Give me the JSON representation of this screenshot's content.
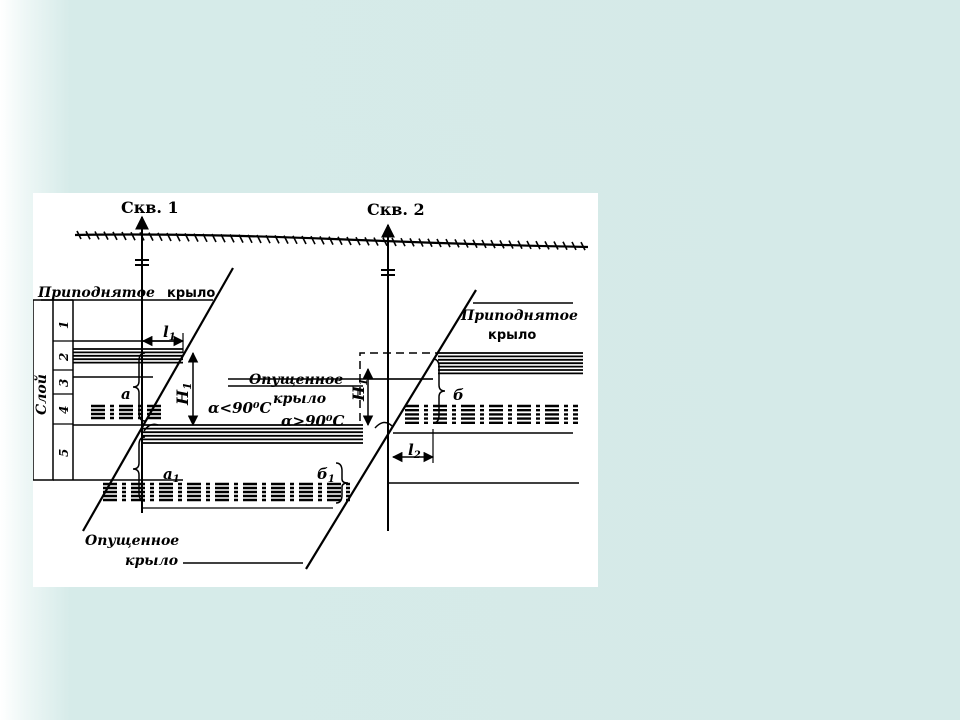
{
  "diagram": {
    "well1_label": "Скв. 1",
    "well2_label": "Скв. 2",
    "left_block": {
      "raised_word": "Приподнятое",
      "raised_suffix": "крыло",
      "lowered_line1": "Опущенное",
      "lowered_line2": "крыло"
    },
    "right_block": {
      "raised_line1": "Приподнятое",
      "raised_line2": "крыло",
      "lowered_line1": "Опущенное",
      "lowered_line2": "крыло"
    },
    "layer_axis_label": "Слой",
    "layer_numbers": [
      "1",
      "2",
      "3",
      "4",
      "5"
    ],
    "angle_left": "α<90⁰С",
    "angle_right": "α>90⁰С",
    "dim_l1_letter": "l",
    "dim_l1_sub": "1",
    "dim_l2_letter": "l",
    "dim_l2_sub": "2",
    "dim_H1_left_letter": "H",
    "dim_H1_left_sub": "1",
    "dim_H1_right_letter": "H",
    "dim_H1_right_sub": "1",
    "mark_a": "а",
    "mark_a1_letter": "а",
    "mark_a1_sub": "1",
    "mark_b": "б",
    "mark_b1_letter": "б",
    "mark_b1_sub": "1"
  }
}
